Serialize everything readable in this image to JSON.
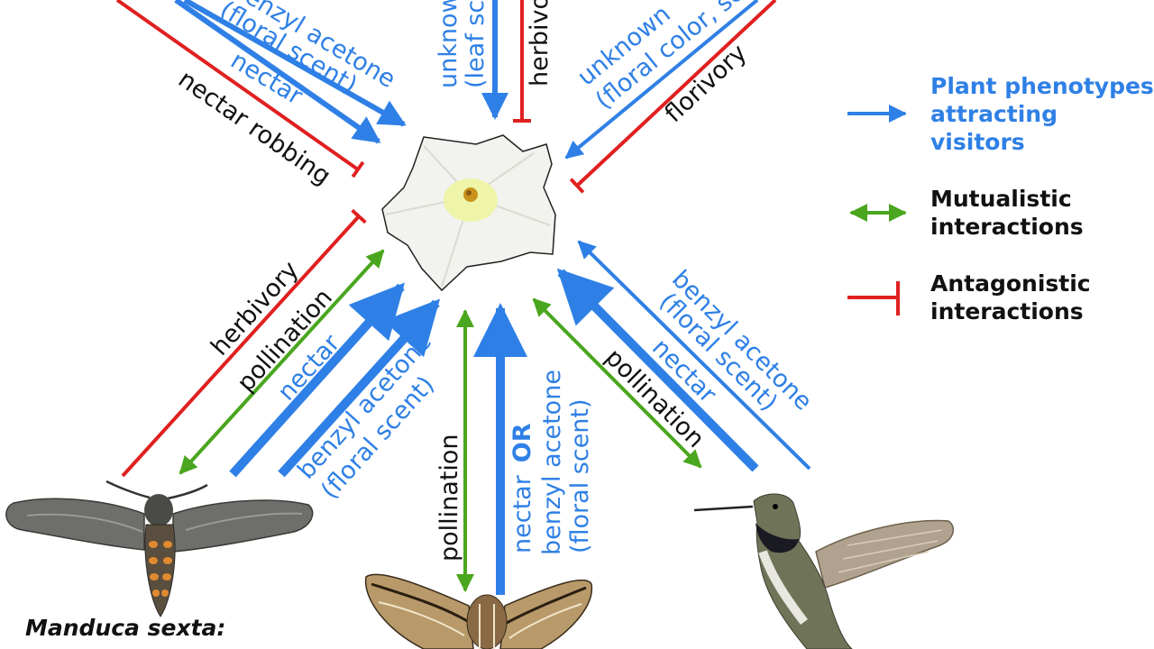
{
  "colors": {
    "attract": "#2f80e6",
    "mutualistic": "#4aa61e",
    "antagonistic": "#e02020",
    "text": "#111111"
  },
  "labels": {
    "top_left_benzyl": "benzyl acetone",
    "top_left_floral": "(floral scent)",
    "top_left_nectar": "nectar",
    "top_left_robbing": "nectar robbing",
    "top_unknown": "unknown",
    "top_leaf_scent": "(leaf scent)",
    "top_herbivory": "herbivory",
    "top_right_unknown": "unknown",
    "top_right_floral": "(floral color, scent)",
    "top_right_florivory": "florivory",
    "left_herbivory": "herbivory",
    "left_pollination": "pollination",
    "left_nectar": "nectar",
    "left_benzyl": "benzyl acetone",
    "left_floral": "(floral scent)",
    "mid_pollination": "pollination",
    "mid_nectar": "nectar",
    "mid_or": "OR",
    "mid_benzyl": "benzyl acetone",
    "mid_floral": "(floral scent)",
    "right_pollination": "pollination",
    "right_nectar": "nectar",
    "right_benzyl": "benzyl acetone",
    "right_floral": "(floral scent)"
  },
  "legend": {
    "attract_line1": "Plant phenotypes",
    "attract_line2": "attracting",
    "attract_line3": "visitors",
    "mutual_line1": "Mutualistic",
    "mutual_line2": "interactions",
    "antag_line1": "Antagonistic",
    "antag_line2": "interactions"
  },
  "species_label": "Manduca sexta:",
  "icons": [
    "flower-photo",
    "manduca-moth-photo",
    "hawkmoth-photo",
    "hummingbird-photo"
  ]
}
